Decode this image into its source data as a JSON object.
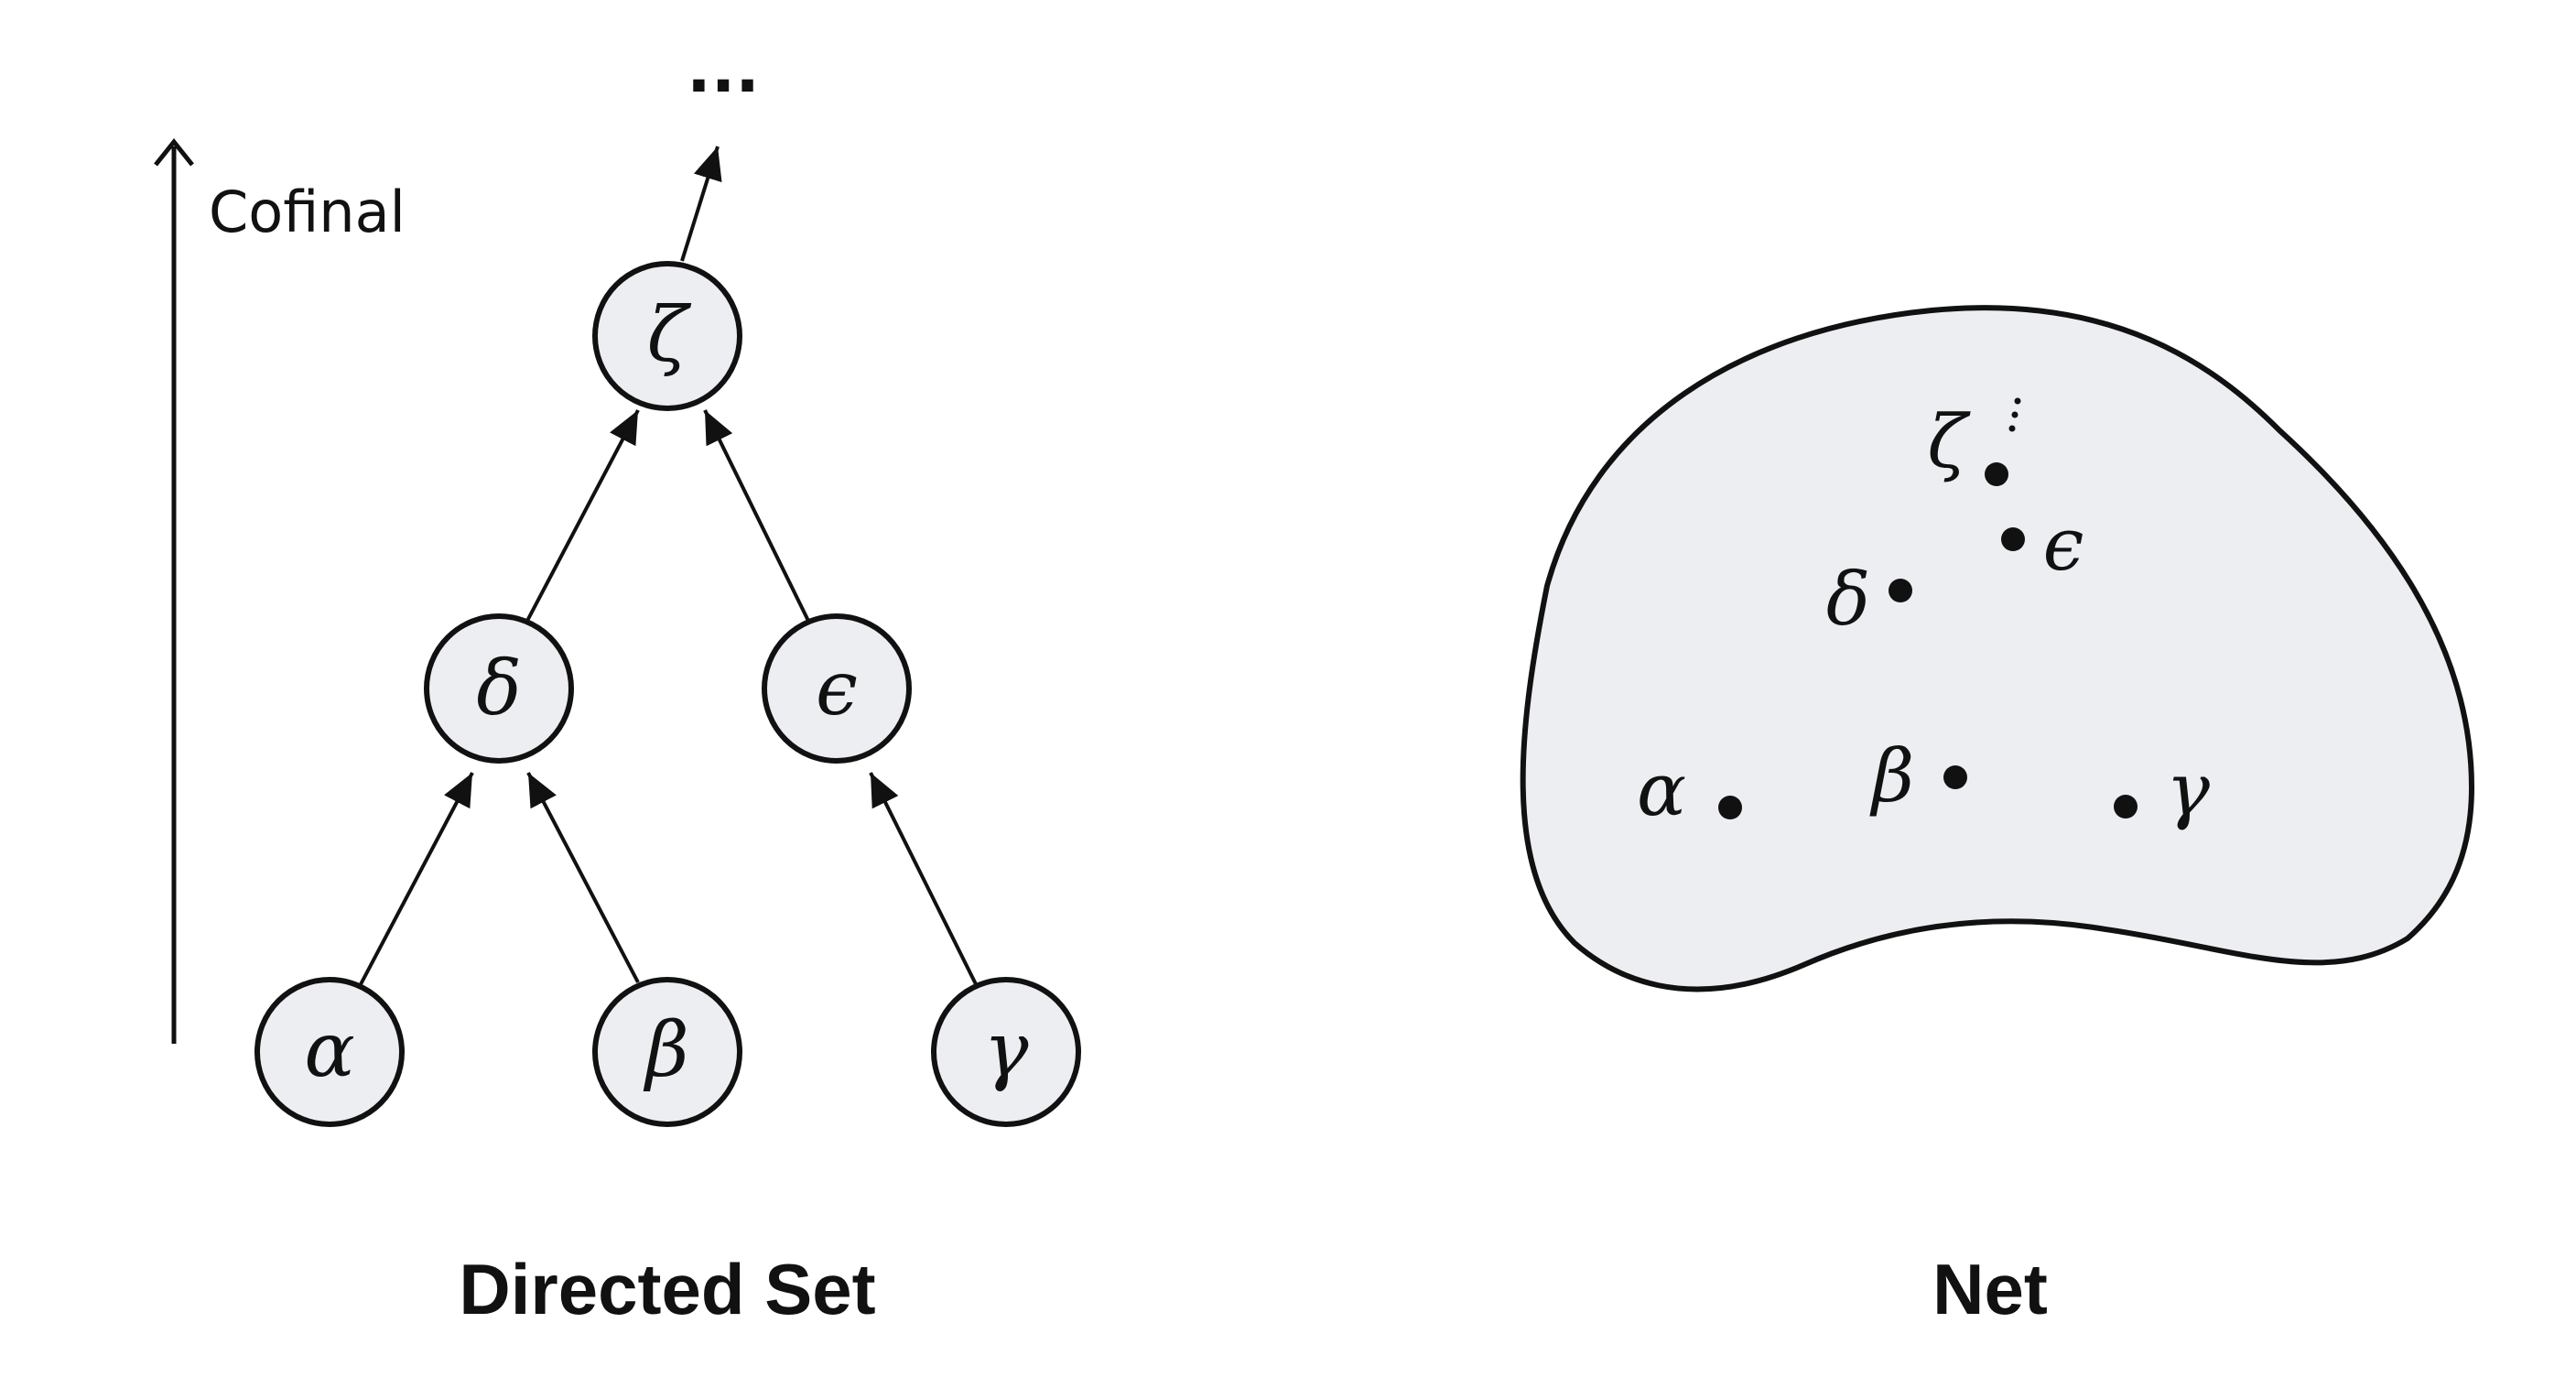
{
  "directed_set": {
    "caption": "Directed Set",
    "cofinal_label": "Cofinal",
    "top_ellipsis": "...",
    "nodes": {
      "alpha": "α",
      "beta": "β",
      "gamma": "γ",
      "delta": "δ",
      "epsilon": "ϵ",
      "zeta": "ζ"
    },
    "edges": [
      [
        "alpha",
        "delta"
      ],
      [
        "beta",
        "delta"
      ],
      [
        "gamma",
        "epsilon"
      ],
      [
        "delta",
        "zeta"
      ],
      [
        "epsilon",
        "zeta"
      ],
      [
        "zeta",
        "top"
      ]
    ]
  },
  "net": {
    "caption": "Net",
    "points": {
      "alpha": "α",
      "beta": "β",
      "gamma": "γ",
      "delta": "δ",
      "epsilon": "ϵ",
      "zeta": "ζ"
    }
  },
  "colors": {
    "fill": "#eceef2",
    "stroke": "#111111"
  }
}
